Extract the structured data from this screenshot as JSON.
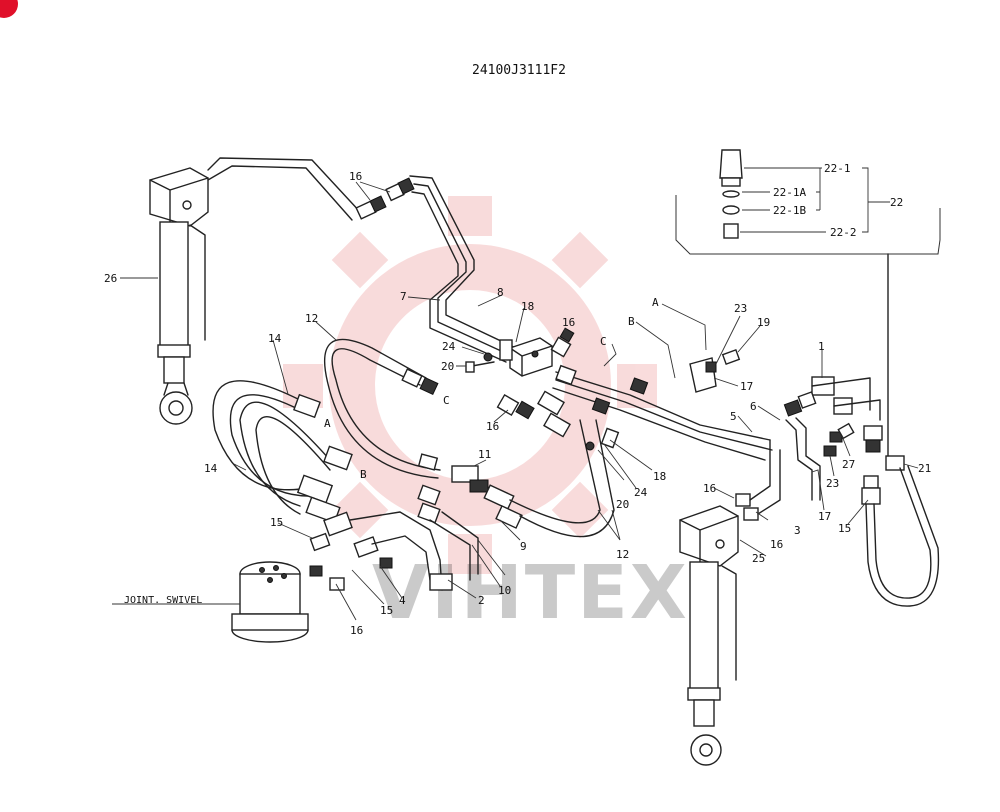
{
  "drawing_number": "24100J3111F2",
  "watermark": {
    "text": "VIHTEX",
    "color": "#e05050",
    "text_color": "#9a9a9a"
  },
  "corner_badge_color": "#e0102a",
  "labels": {
    "joint_swivel": "JOINT. SWIVEL",
    "inset": {
      "p22": "22",
      "p22_1": "22-1",
      "p22_1A": "22-1A",
      "p22_1B": "22-1B",
      "p22_2": "22-2"
    },
    "p1": "1",
    "p2": "2",
    "p3": "3",
    "p4": "4",
    "p5": "5",
    "p6": "6",
    "p7": "7",
    "p8": "8",
    "p9": "9",
    "p10": "10",
    "p11": "11",
    "p12_top": "12",
    "p12_bottom": "12",
    "p14_top": "14",
    "p14_left": "14",
    "p15_left": "15",
    "p15_bottom": "15",
    "p15_right": "15",
    "p16_top": "16",
    "p16_mid": "16",
    "p16_left": "16",
    "p16_bottom": "16",
    "p16_right": "16",
    "p16_rb": "16",
    "p17_mid": "17",
    "p17_right": "17",
    "p18_top": "18",
    "p18_mid": "18",
    "p19": "19",
    "p20_left": "20",
    "p20_mid": "20",
    "p21": "21",
    "p23_top": "23",
    "p23_right": "23",
    "p24_left": "24",
    "p24_mid": "24",
    "p25": "25",
    "p26": "26",
    "p27": "27",
    "port_a_hose": "A",
    "port_b_hose": "B",
    "port_c_hose": "C",
    "port_a_line": "A",
    "port_b_line": "B",
    "port_c_line": "C"
  }
}
